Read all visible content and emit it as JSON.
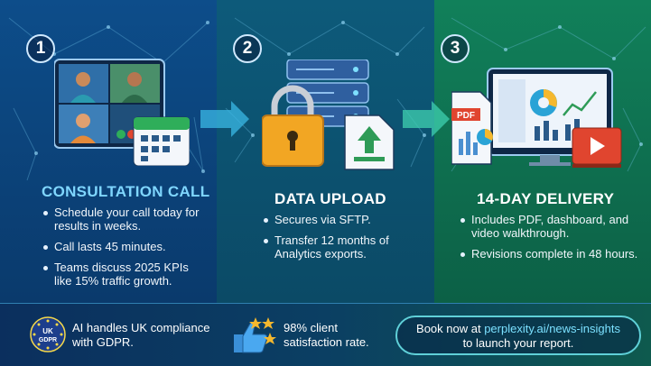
{
  "steps": [
    {
      "number": "1",
      "title": "CONSULTATION CALL",
      "bullets": [
        "Schedule your call today for results in weeks.",
        "Call lasts 45 minutes.",
        "Teams discuss 2025 KPIs like 15% traffic growth."
      ]
    },
    {
      "number": "2",
      "title": "DATA UPLOAD",
      "bullets": [
        "Secures via SFTP.",
        "Transfer 12 months of Analytics exports."
      ]
    },
    {
      "number": "3",
      "title": "14-DAY DELIVERY",
      "bullets": [
        "Includes PDF, dashboard, and video walkthrough.",
        "Revisions complete in 48 hours."
      ]
    }
  ],
  "icons": {
    "video_call": "video-call-grid-icon",
    "calendar": "calendar-icon",
    "server": "server-stack-icon",
    "padlock": "padlock-icon",
    "upload": "upload-file-icon",
    "dashboard": "dashboard-monitor-icon",
    "pdf": "pdf-document-icon",
    "video": "video-play-icon",
    "badge": "uk-gdpr-badge-icon",
    "rating": "thumbs-up-stars-icon"
  },
  "pdf_label": "PDF",
  "badge": {
    "line1": "UK",
    "line2": "GDPR"
  },
  "footer": {
    "compliance": "AI handles UK compliance with GDPR.",
    "satisfaction": "98% client satisfaction rate.",
    "cta_prefix": "Book now at ",
    "cta_link": "perplexity.ai/news-insights",
    "cta_suffix": "to launch your report."
  },
  "colors": {
    "accent_cyan": "#7be0ff",
    "title_step1": "#7fd6ff",
    "calendar_green": "#2fae5a",
    "pdf_red": "#e0452f",
    "star_gold": "#f5b82e",
    "padlock_gold": "#f2a623",
    "upload_green": "#2e9b57"
  }
}
